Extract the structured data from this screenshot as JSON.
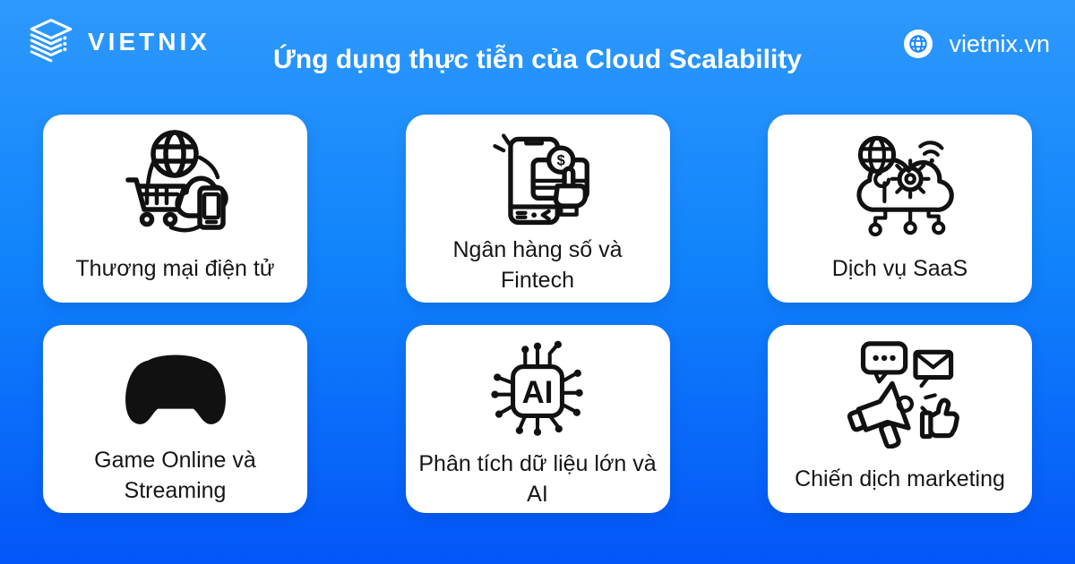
{
  "brand": {
    "name": "VIETNIX",
    "logo_icon": "vietnix-layers-logo"
  },
  "header": {
    "title": "Ứng dụng thực tiễn của Cloud Scalability",
    "website": "vietnix.vn",
    "website_icon": "globe-icon"
  },
  "colors": {
    "bg_top": "#2E99FD",
    "bg_bottom": "#0356F8",
    "card_bg": "#FFFFFF",
    "card_text": "#161616",
    "icon_color": "#111111",
    "header_text": "#FFFFFF"
  },
  "cards": [
    {
      "label": "Thương mại điện tử",
      "icon": "ecommerce-icon"
    },
    {
      "label": "Ngân hàng số và\nFintech",
      "icon": "digital-banking-icon",
      "coin_text": "$"
    },
    {
      "label": "Dịch vụ SaaS",
      "icon": "saas-cloud-icon"
    },
    {
      "label": "Game Online và\nStreaming",
      "icon": "gamepad-icon"
    },
    {
      "label": "Phân tích dữ liệu lớn và\nAI",
      "icon": "ai-chip-icon",
      "chip_text": "AI"
    },
    {
      "label": "Chiến dịch marketing",
      "icon": "marketing-icon"
    }
  ]
}
